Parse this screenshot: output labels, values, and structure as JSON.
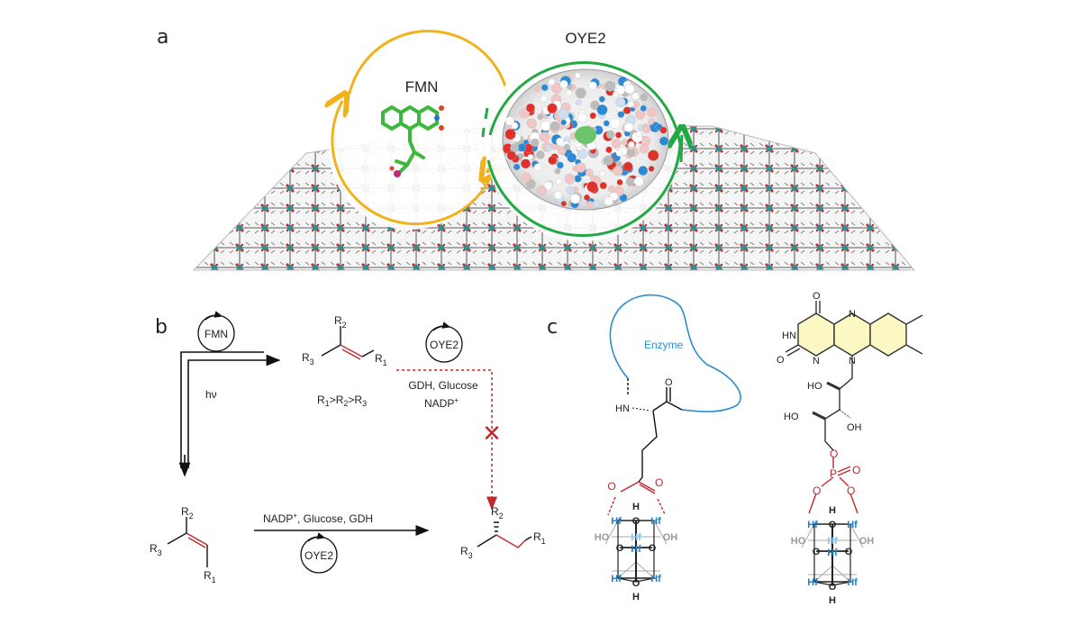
{
  "panels": {
    "a": {
      "label": "a",
      "fmn_title": "FMN",
      "oye2_title": "OYE2",
      "colors": {
        "fmn_cycle": "#f2b21c",
        "oye2_cycle": "#22a845",
        "mof_metal": "#1f8c8c",
        "mof_oxygen": "#c02525",
        "mof_linker": "#8a8a8a"
      }
    },
    "b": {
      "label": "b",
      "fmn_catalyst": "FMN",
      "light": "hν",
      "start_alkene": {
        "r1": "R",
        "r1_sub": "1",
        "r2": "R",
        "r2_sub": "2",
        "r3": "R",
        "r3_sub": "3"
      },
      "priority": {
        "parts": [
          "R",
          "1",
          ">R",
          "2",
          ">R",
          "3"
        ]
      },
      "oye2_top": "OYE2",
      "top_conditions_line1": "GDH, Glucose",
      "top_conditions_line2": "NADP",
      "top_conditions_sup": "+",
      "blocked_mark": "✕",
      "bottom_conditions_pre": "NADP",
      "bottom_conditions_sup": "+",
      "bottom_conditions_post": ", Glucose, GDH",
      "oye2_bottom": "OYE2",
      "colors": {
        "double_bond": "#c0282d",
        "blocked_path": "#c0282d"
      }
    },
    "c": {
      "label": "c",
      "enzyme_label": "Enzyme",
      "amide_hn": "HN",
      "amide_o": "O",
      "carboxyl_o1": "O",
      "carboxyl_o2": "O",
      "cluster": {
        "hf": "Hf",
        "o": "O",
        "h": "H",
        "oh_left": "HO",
        "oh_right": "OH"
      },
      "fmn_struct": {
        "o_top": "O",
        "hn": "HN",
        "o_left": "O",
        "n1": "N",
        "n2": "N",
        "n3": "N",
        "ho1": "HO",
        "ho2": "HO",
        "oh": "OH",
        "o_link": "O",
        "p": "P",
        "o_p1": "O",
        "o_p2": "O",
        "o_p3": "O"
      },
      "colors": {
        "enzyme": "#2c8ecf",
        "hf": "#1f7fc4",
        "hf_back": "#7cc4ef",
        "linker_red": "#c0282d",
        "isoalloxazine_fill": "#fbf8c4",
        "oh_back": "#9a9a9a"
      }
    }
  }
}
